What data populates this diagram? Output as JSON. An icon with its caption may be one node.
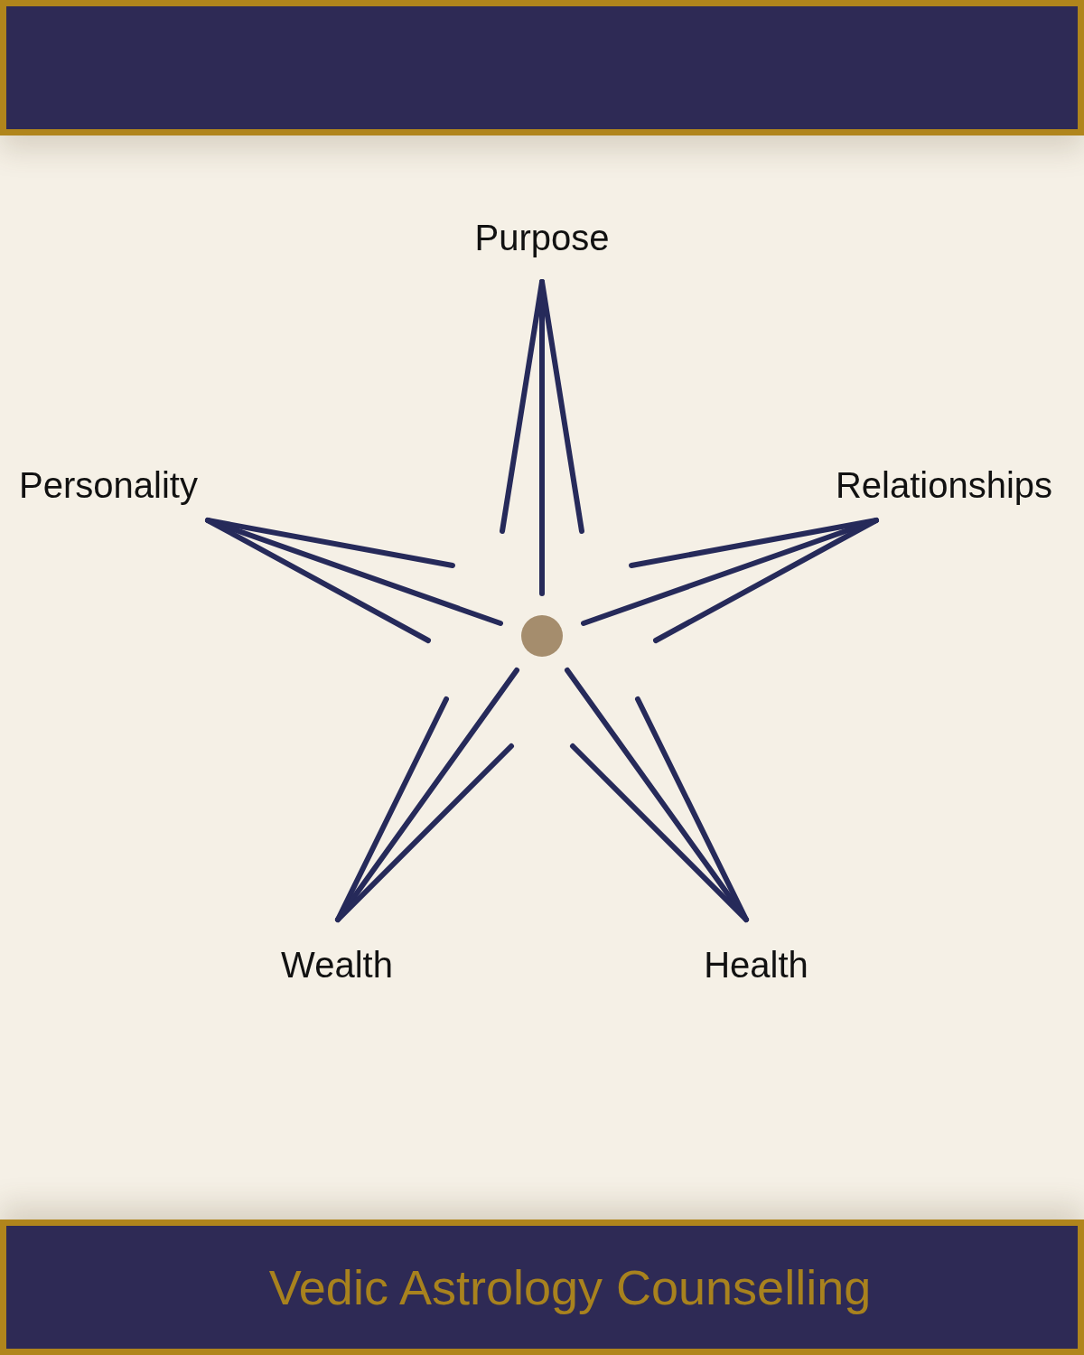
{
  "diagram": {
    "labels": [
      "Purpose",
      "Personality",
      "Relationships",
      "Wealth",
      "Health",
      "Vedic Astrology Counselling"
    ]
  }
}
